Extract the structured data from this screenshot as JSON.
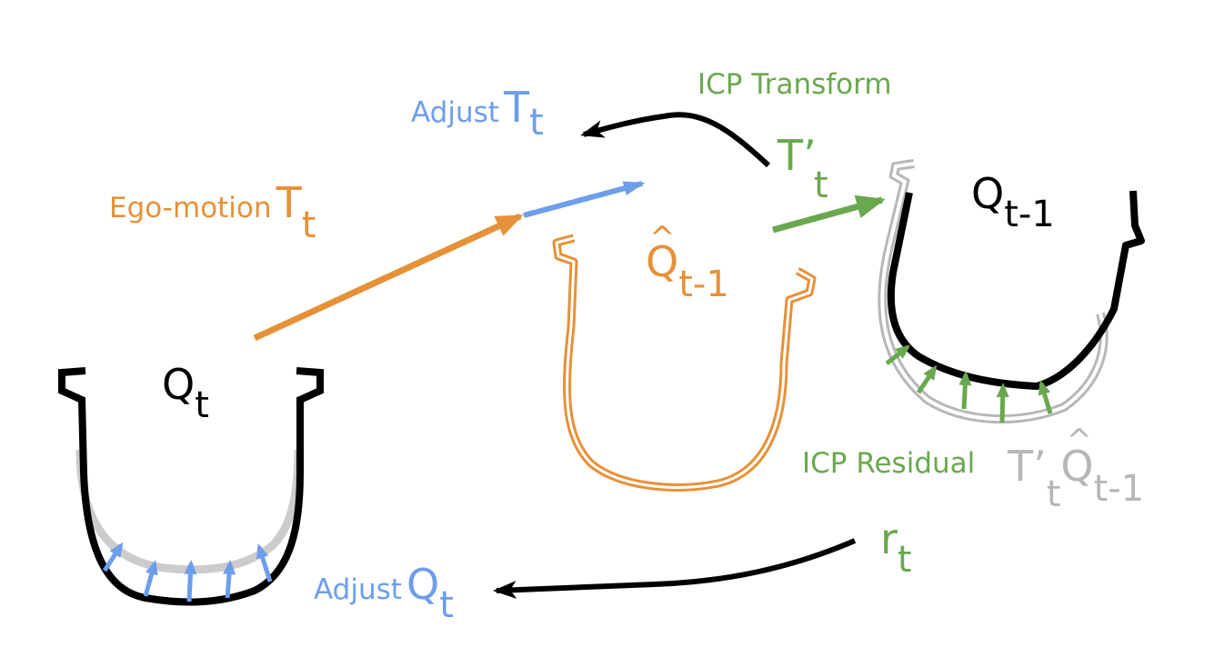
{
  "colors": {
    "blue": "#6d9eeb",
    "orange": "#e69138",
    "green": "#6aa84f",
    "gray": "#b7b7b7",
    "light_gray": "#cccccc",
    "black": "#000000"
  },
  "labels": {
    "adjust_t": {
      "word": "Adjust",
      "sym": "T",
      "sub": "t"
    },
    "icp_transform": {
      "word": "ICP Transform"
    },
    "t_prime": {
      "sym": "T’",
      "sub": "t"
    },
    "ego_motion": {
      "word": "Ego-motion",
      "sym": "T",
      "sub": "t"
    },
    "q_hat": {
      "hat": "^",
      "sym": "Q",
      "sub": "t-1"
    },
    "q_prev": {
      "sym": "Q",
      "sub": "t-1"
    },
    "q_t": {
      "sym": "Q",
      "sub": "t"
    },
    "icp_residual": {
      "word": "ICP Residual"
    },
    "transformed_q": {
      "sym": "T’",
      "sub": "t",
      "hat": "^",
      "sym2": "Q",
      "sub2": "t-1"
    },
    "r_t": {
      "sym": "r",
      "sub": "t"
    },
    "adjust_q": {
      "word": "Adjust",
      "sym": "Q",
      "sub": "t"
    }
  }
}
